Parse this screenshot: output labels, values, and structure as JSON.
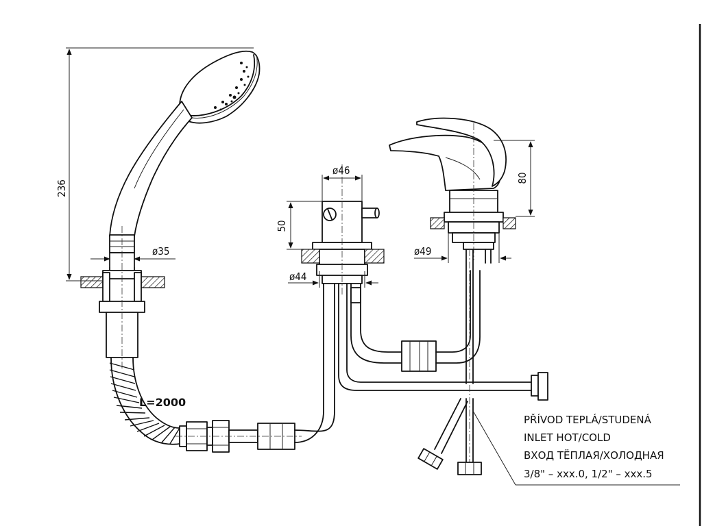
{
  "dimensions": {
    "height_handshower": "236",
    "diam_handshower_base": "ø35",
    "diam_diverter_top": "ø46",
    "height_diverter": "50",
    "diam_diverter_base": "ø44",
    "height_mixer": "80",
    "diam_mixer_base": "ø49"
  },
  "hose_length": "L=2000",
  "inlet_note": [
    "PŘÍVOD TEPLÁ/STUDENÁ",
    "INLET HOT/COLD",
    "ВХОД ТЁПЛАЯ/ХОЛОДНАЯ",
    "3/8\" – xxx.0, 1/2\" – xxx.5"
  ]
}
